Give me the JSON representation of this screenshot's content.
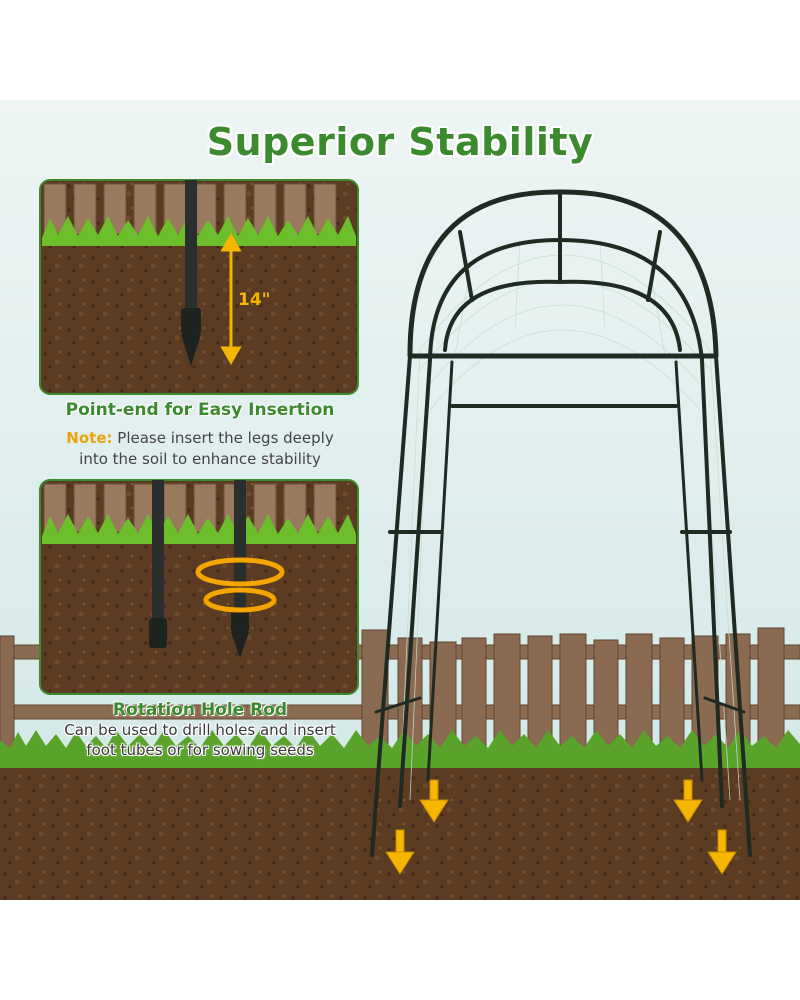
{
  "title": "Superior Stability",
  "panel1": {
    "dimension": "14\"",
    "caption": "Point-end for Easy Insertion",
    "note_label": "Note:",
    "note_text_line1": "Please insert the legs deeply",
    "note_text_line2": "into the soil to enhance stability"
  },
  "panel2": {
    "caption": "Rotation Hole Rod",
    "desc_line1": "Can be used to drill holes and insert",
    "desc_line2": "foot tubes or for sowing seeds"
  },
  "colors": {
    "title_green": "#3b8a2e",
    "accent_yellow": "#f5b500",
    "soil": "#5b3b22",
    "grass": "#5aa32a",
    "fence": "#8a6a50",
    "sky": "#dcecee"
  }
}
